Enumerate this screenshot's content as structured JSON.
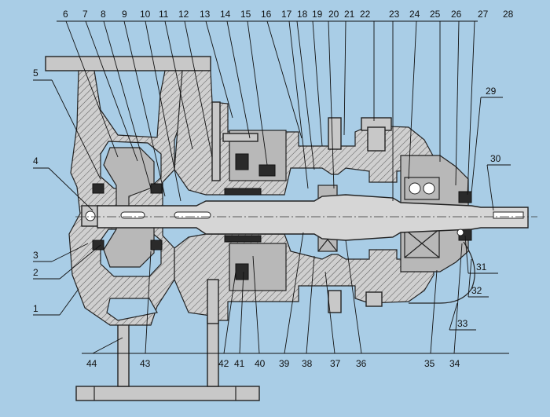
{
  "callouts": {
    "top": [
      "6",
      "7",
      "8",
      "9",
      "10",
      "11",
      "12",
      "13",
      "14",
      "15",
      "16",
      "17",
      "18",
      "19",
      "20",
      "21",
      "22",
      "23",
      "24",
      "25",
      "26",
      "27",
      "28"
    ],
    "left": [
      "5",
      "4",
      "3",
      "2",
      "1"
    ],
    "right": [
      "29",
      "30",
      "31",
      "32",
      "33"
    ],
    "bottom": [
      "44",
      "43",
      "42",
      "41",
      "40",
      "39",
      "38",
      "37",
      "36",
      "35",
      "34"
    ]
  }
}
